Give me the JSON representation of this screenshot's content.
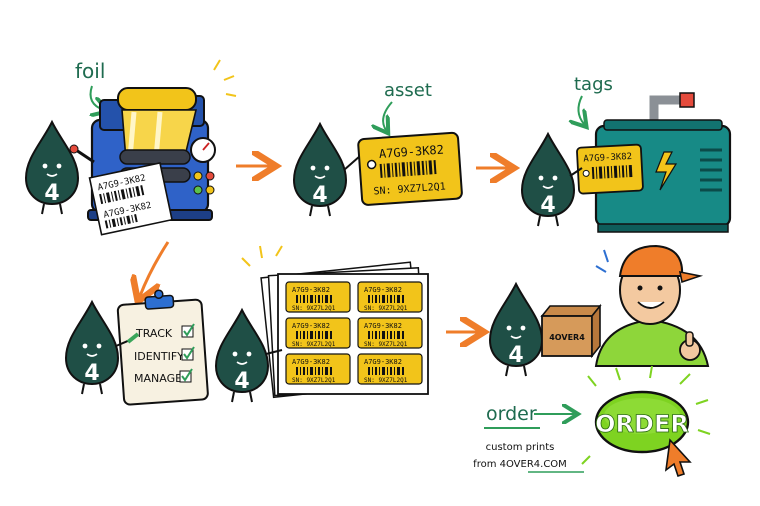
{
  "labels": {
    "foil": "foil",
    "asset": "asset",
    "tags": "tags",
    "order": "order"
  },
  "mascot": {
    "number": "4"
  },
  "tag": {
    "code": "A7G9-3K82",
    "serial": "SN: 9XZ7L2Q1"
  },
  "printer_label": {
    "code": "A7G9-3K82"
  },
  "checklist": {
    "items": [
      "TRACK",
      "IDENTIFY",
      "MANAGE"
    ]
  },
  "sheet_label": {
    "code": "A7G9-3K82",
    "serial": "SN: 9XZ7L2Q1"
  },
  "box": {
    "brand": "4OVER4"
  },
  "order_button": {
    "label": "ORDER"
  },
  "order_caption": {
    "line1": "custom prints",
    "line2": "from 4OVER4.COM"
  },
  "colors": {
    "mascot": "#1f4f46",
    "gold": "#f2c41a",
    "arrow": "#ef7d2a",
    "teal_generator": "#178a86",
    "green_button": "#7ed321",
    "shirt": "#8ed63a"
  }
}
